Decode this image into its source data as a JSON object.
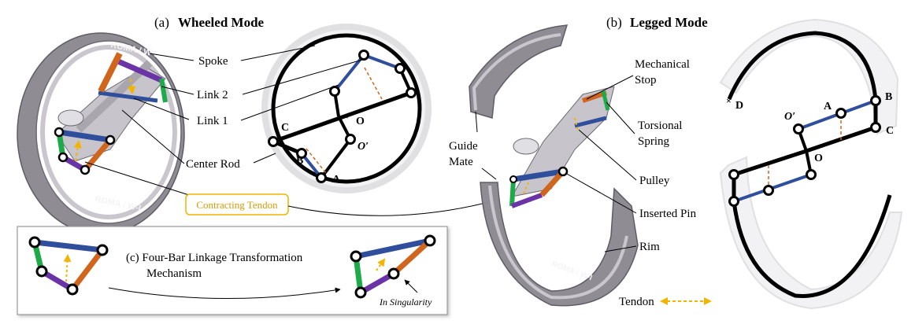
{
  "titles": {
    "a_letter": "(a)",
    "a_name": "Wheeled Mode",
    "b_letter": "(b)",
    "b_name": "Legged Mode"
  },
  "callouts_a": {
    "spoke": "Spoke",
    "link2": "Link 2",
    "link1": "Link 1",
    "center_rod": "Center Rod"
  },
  "callouts_b": {
    "mechanical_stop_line1": "Mechanical",
    "mechanical_stop_line2": "Stop",
    "torsional_spring_line1": "Torsional",
    "torsional_spring_line2": "Spring",
    "guide_mate_line1": "Guide",
    "guide_mate_line2": "Mate",
    "pulley": "Pulley",
    "inserted_pin": "Inserted Pin",
    "rim": "Rim"
  },
  "contracting_tendon": "Contracting Tendon",
  "panel_c": {
    "title_line1": "(c)  Four-Bar Linkage Transformation",
    "title_line2": "Mechanism",
    "singularity": "In Singularity"
  },
  "legend": {
    "tendon": "Tendon"
  },
  "points_a": {
    "A": "A",
    "B": "B",
    "C": "C",
    "O": "O",
    "O_prime": "O′"
  },
  "points_b": {
    "A": "A",
    "B": "B",
    "C": "C",
    "D": "D",
    "O": "O",
    "O_prime": "O′"
  },
  "wheel_text": {
    "top": "ROMA / W-I",
    "bottom": "ROMA / W-I"
  },
  "colors": {
    "link_blue": "#2f4e9c",
    "link_orange": "#d0661e",
    "link_purple": "#6a34a6",
    "link_green": "#1faa49",
    "tendon_yellow": "#f3b400",
    "rim_gray": "#8f8c94",
    "rim_light": "#ececef"
  }
}
